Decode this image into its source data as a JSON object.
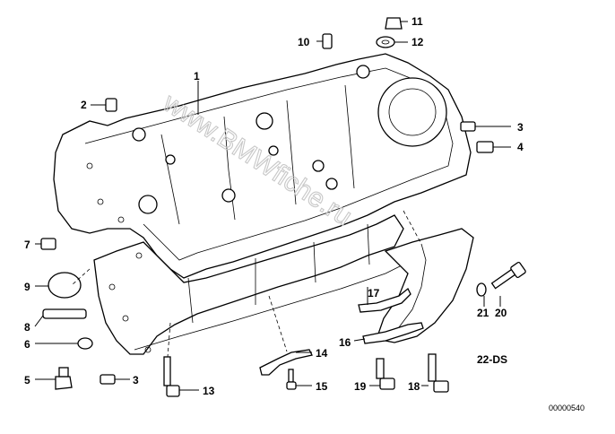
{
  "watermark": "www.BMWfiche.ru",
  "assembly_code": "22-DS",
  "reference_number": "00000540",
  "callouts": {
    "c1": "1",
    "c2": "2",
    "c3a": "3",
    "c3b": "3",
    "c4": "4",
    "c5": "5",
    "c6": "6",
    "c7": "7",
    "c8": "8",
    "c9": "9",
    "c10": "10",
    "c11": "11",
    "c12": "12",
    "c13": "13",
    "c14": "14",
    "c15": "15",
    "c16": "16",
    "c17": "17",
    "c18": "18",
    "c19": "19",
    "c20": "20",
    "c21": "21"
  }
}
